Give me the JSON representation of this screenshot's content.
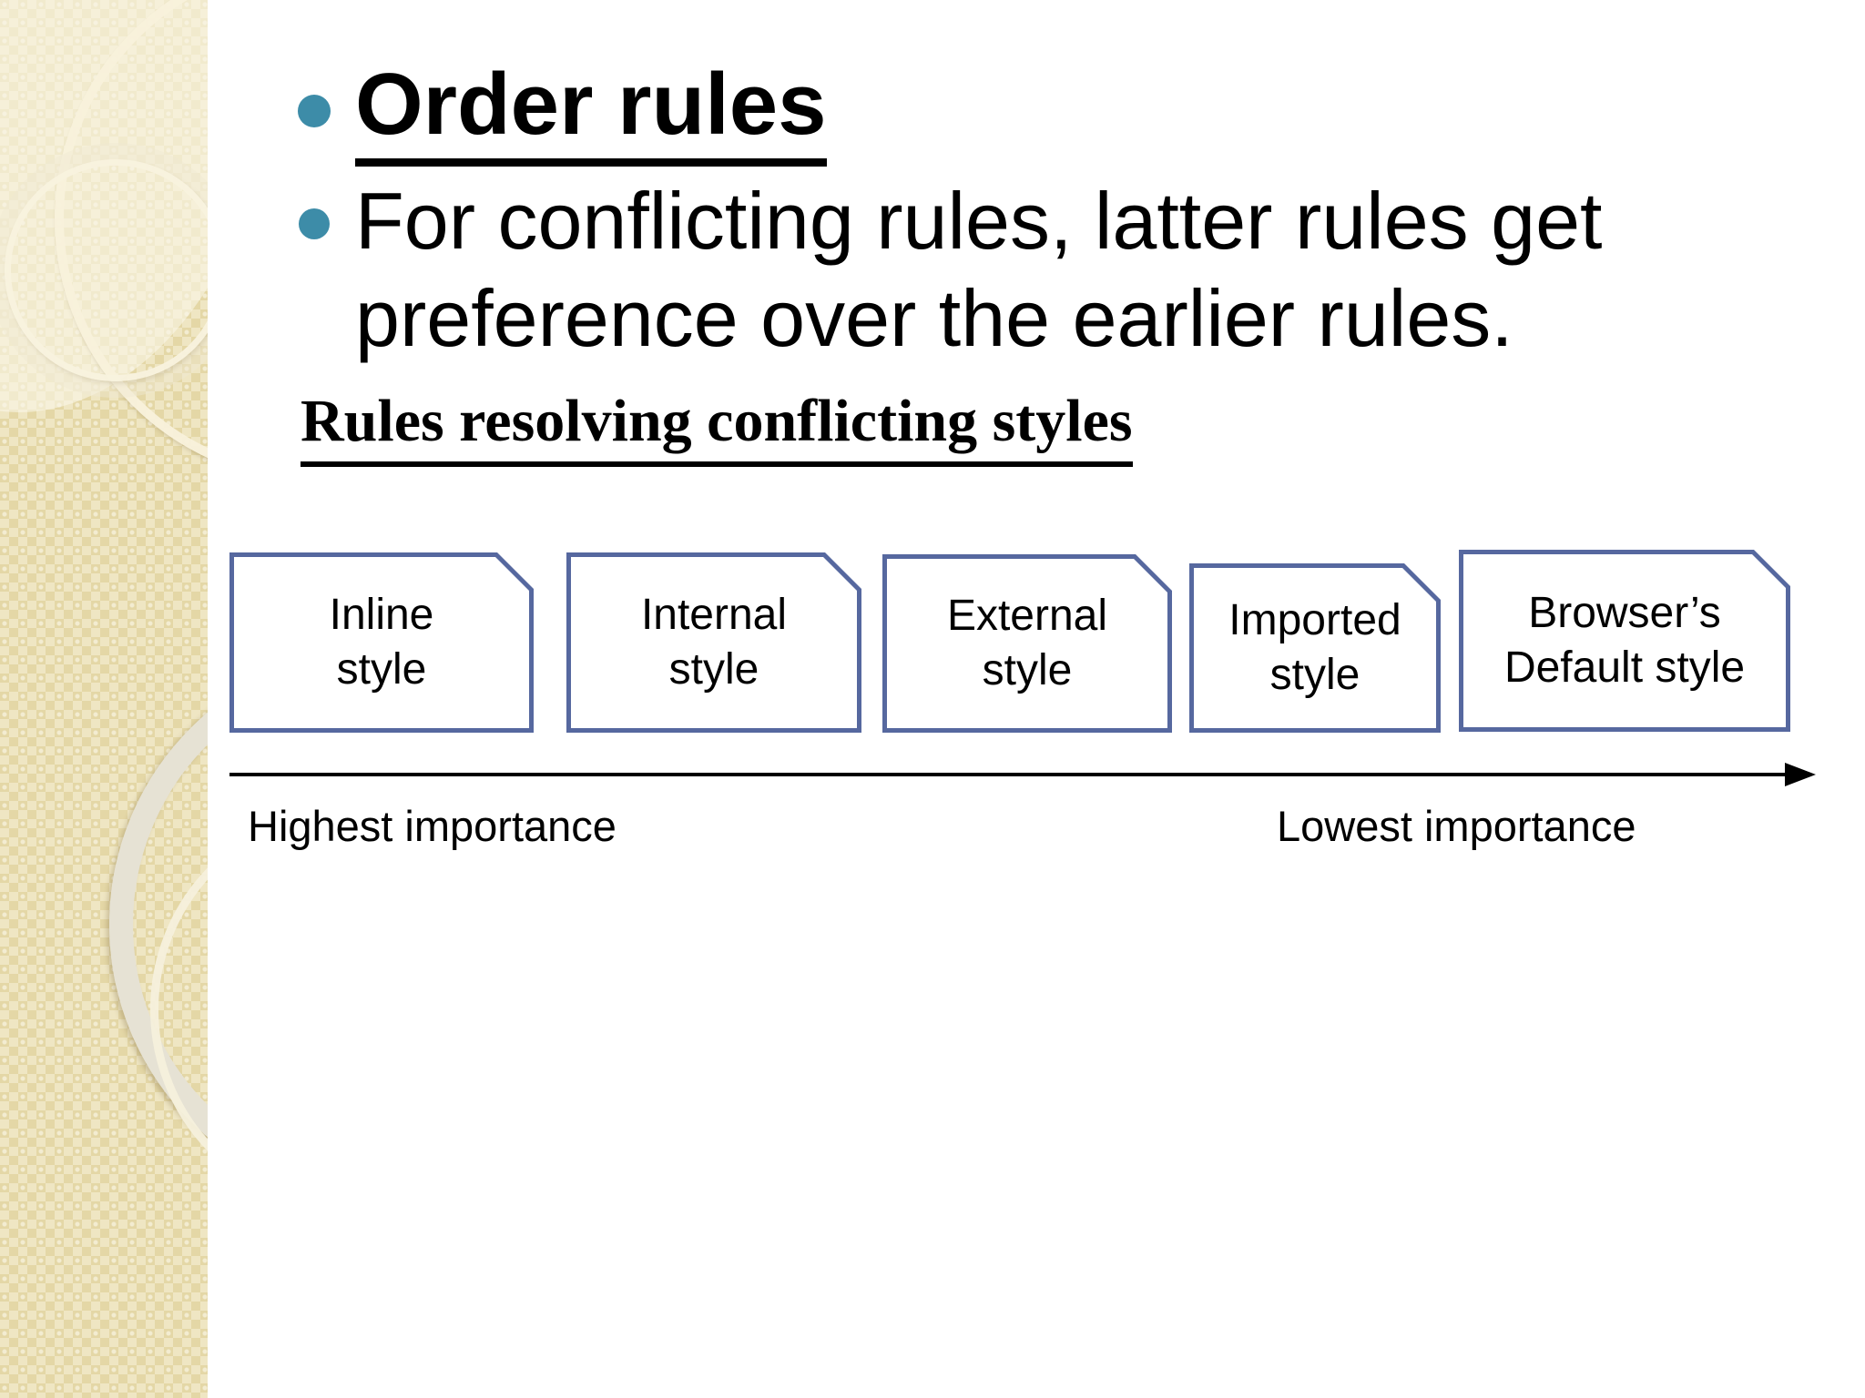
{
  "slide": {
    "bullets": [
      {
        "label": "Order rules"
      },
      {
        "label": "For conflicting rules, latter rules get preference over the earlier rules."
      }
    ],
    "subheading": "Rules resolving conflicting styles",
    "diagram": {
      "boxes": [
        {
          "label": "Inline\nstyle"
        },
        {
          "label": "Internal\nstyle"
        },
        {
          "label": "External\nstyle"
        },
        {
          "label": "Imported\nstyle"
        },
        {
          "label": "Browser’s\nDefault style"
        }
      ],
      "axis": {
        "left_label": "Highest importance",
        "right_label": "Lowest importance"
      }
    },
    "colors": {
      "bullet_teal": "#3D8CA8",
      "box_border": "#56689F",
      "sidebar_beige": "#EADFB4",
      "text": "#000000"
    }
  }
}
